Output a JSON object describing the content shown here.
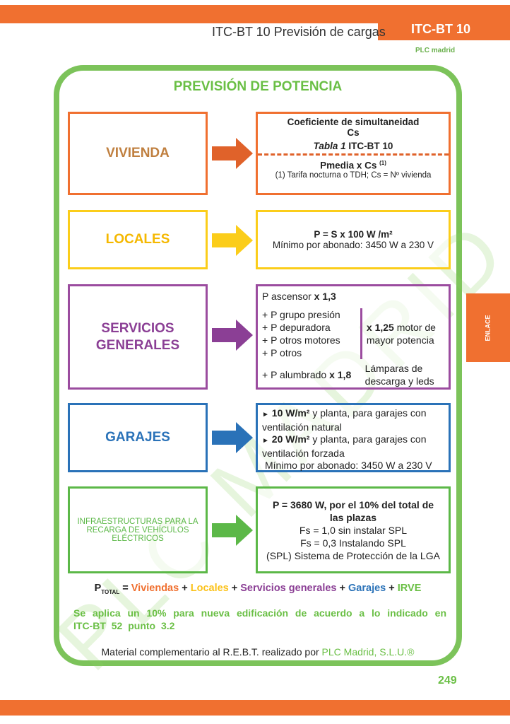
{
  "header": {
    "title": "ITC-BT 10 Previsión de cargas",
    "code": "ITC-BT 10",
    "logo": "PLC madrid"
  },
  "watermark": "PLC MADRID",
  "main_title": "PREVISIÓN DE POTENCIA",
  "vivienda": {
    "label": "VIVIENDA",
    "l1": "Coeficiente de simultaneidad",
    "l2": "Cs",
    "l3_it": "Tabla 1",
    "l3": " ITC-BT 10",
    "l4": "Pmedia x Cs",
    "l4_sup": "(1)",
    "l5": "(1) Tarifa nocturna o TDH; Cs = Nº vivienda"
  },
  "locales": {
    "label": "LOCALES",
    "l1": "P = S x 100 W /m²",
    "l2": "Mínimo por abonado: 3450 W a 230 V"
  },
  "servicios": {
    "label": "SERVICIOS GENERALES",
    "asc": "P ascensor ",
    "asc_b": "x 1,3",
    "items": [
      "+ P grupo presión",
      "+ P depuradora",
      "+ P otros motores",
      "+ P otros"
    ],
    "mot_b": "x 1,25",
    "mot": " motor de mayor potencia",
    "alum": "+ P alumbrado ",
    "alum_b": "x 1,8",
    "lamp": "Lámparas de descarga y leds"
  },
  "garajes": {
    "label": "GARAJES",
    "b1": "10 W/m²",
    "t1": " y planta, para garajes con ventilación natural",
    "b2": "20 W/m²",
    "t2": " y planta, para garajes con ventilación forzada",
    "l3": "Mínimo por abonado: 3450 W a 230 V",
    "bullet": "►"
  },
  "irve": {
    "label": "INFRAESTRUCTURAS PARA LA RECARGA DE VEHÍCULOS ELÉCTRICOS",
    "l1": "P = 3680 W, por el 10% del total de las plazas",
    "l2": "Fs = 1,0 sin instalar SPL",
    "l3": "Fs = 0,3 Instalando SPL",
    "l4": "(SPL) Sistema de Protección de la LGA"
  },
  "formula": {
    "p": "P",
    "sub": "TOTAL",
    "eq": " = ",
    "viv": "Viviendas",
    "plus": " + ",
    "loc": "Locales",
    "serv": "Servicios generales",
    "gar": "Garajes",
    "irve": "IRVE"
  },
  "note": "Se aplica un 10% para nueva edificación de acuerdo a lo indicado en ITC-BT 52 punto 3.2",
  "footer": {
    "text": "Material complementario al R.E.B.T. realizado por ",
    "brand": "PLC Madrid, S.L.U.®"
  },
  "side_tab": "ENLACE",
  "page_number": "249",
  "colors": {
    "orange": "#f07030",
    "yellow": "#fbcd1a",
    "purple": "#9b4c9f",
    "blue": "#2a72b8",
    "green": "#6abf45"
  }
}
